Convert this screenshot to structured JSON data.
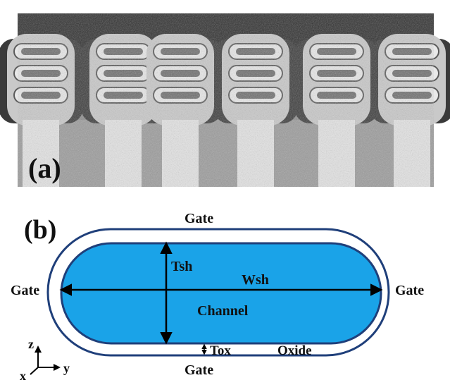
{
  "panel_a": {
    "label": "(a)",
    "image_description_icon": "tem-micrograph-stacked-nanosheets"
  },
  "panel_b": {
    "label": "(b)",
    "gate_top": "Gate",
    "gate_bottom": "Gate",
    "gate_left": "Gate",
    "gate_right": "Gate",
    "tsh": "Tsh",
    "wsh": "Wsh",
    "channel": "Channel",
    "tox": "Tox",
    "oxide": "Oxide",
    "axis_z": "z",
    "axis_x": "x",
    "axis_y": "y"
  },
  "colors": {
    "channel_fill": "#1aa3e8",
    "outline": "#1f3f7a",
    "arrow": "#000000"
  }
}
